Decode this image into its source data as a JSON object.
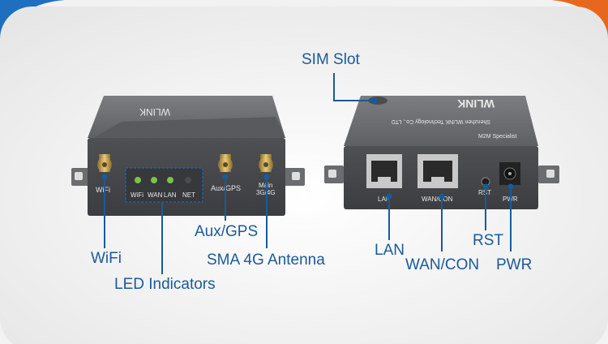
{
  "colors": {
    "accent_blue": "#1a5a9a",
    "corner_blue": "#1e6fbf",
    "corner_orange": "#e8671e",
    "device_gray": "#6b6d70",
    "led_green": "#7cc24a"
  },
  "callouts": {
    "sim_slot": "SIM Slot",
    "wifi": "WiFi",
    "led_indicators": "LED Indicators",
    "aux_gps": "Aux/GPS",
    "sma_4g": "SMA 4G Antenna",
    "lan": "LAN",
    "wan_con": "WAN/CON",
    "rst": "RST",
    "pwr": "PWR"
  },
  "front_panel": {
    "wifi_label": "WiFi",
    "led_labels": [
      "WiFi",
      "WAN",
      "LAN",
      "NET"
    ],
    "aux_label": "Aux/GPS",
    "main_label_1": "Main",
    "main_label_2": "3G/4G",
    "top_brand": "WLINK"
  },
  "rear_panel": {
    "brand": "WLINK",
    "company": "Shenzhen WLINK Technology Co., LTD",
    "tagline": "M2M Specialist",
    "port_lan": "LAN",
    "port_wan": "WAN/CON",
    "port_rst": "RST",
    "port_pwr": "PWR"
  }
}
